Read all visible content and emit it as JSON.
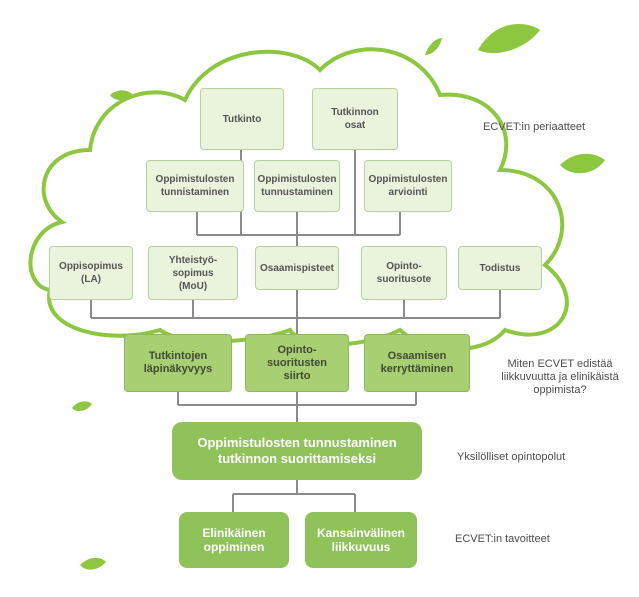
{
  "colors": {
    "cloud_outline": "#8dc63f",
    "connector": "#8a8a8a",
    "cloud_box": "#eaf3dc",
    "mid_box": "#a9cf73",
    "big_box": "#8fc35a",
    "leaf": "#8dc63f"
  },
  "cloud": {
    "top_row": [
      "Tutkinto",
      "Tutkinnon\nosat"
    ],
    "middle_row": [
      "Oppimistulosten\ntunnistaminen",
      "Oppimistulosten\ntunnustaminen",
      "Oppimistulosten\narviointi"
    ],
    "bottom_row": [
      "Oppisopimus\n(LA)",
      "Yhteistyö-\nsopimus\n(MoU)",
      "Osaamispisteet",
      "Opinto-\nsuoritusote",
      "Todistus"
    ]
  },
  "branches": [
    "Tutkintojen\nläpinäkyvyys",
    "Opinto-\nsuoritusten\nsiirto",
    "Osaamisen\nkerryttäminen"
  ],
  "trunk": "Oppimistulosten tunnustaminen\ntutkinnon suorittamiseksi",
  "roots": [
    "Elinikäinen\noppiminen",
    "Kansainvälinen\nliikkuvuus"
  ],
  "side_labels": {
    "principles": "ECVET:in periaatteet",
    "question": "Miten ECVET edistää\nliikkuvuutta ja elinikäistä\noppimista?",
    "paths": "Yksilölliset opintopolut",
    "goals": "ECVET:in tavoitteet"
  }
}
